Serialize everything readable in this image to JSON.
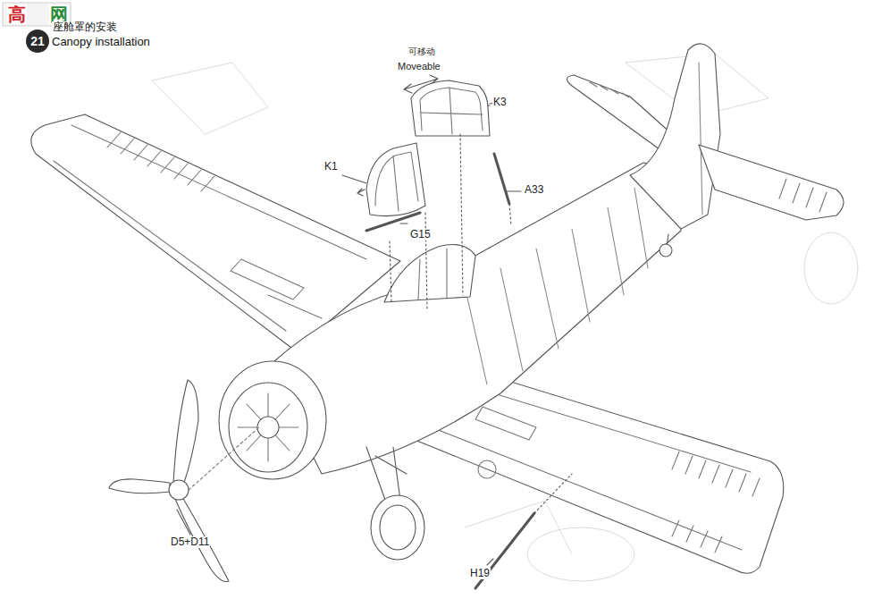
{
  "diagram": {
    "title": "Canopy installation",
    "nodes": [
      {
        "text": [
          "21"
        ]
      }
    ],
    "labels": [
      "高",
      "网",
      "座舱罩的安装",
      "可移动",
      "Moveable",
      "K3",
      "K1",
      "A33",
      "G15",
      "D5+D11",
      "H19"
    ]
  }
}
